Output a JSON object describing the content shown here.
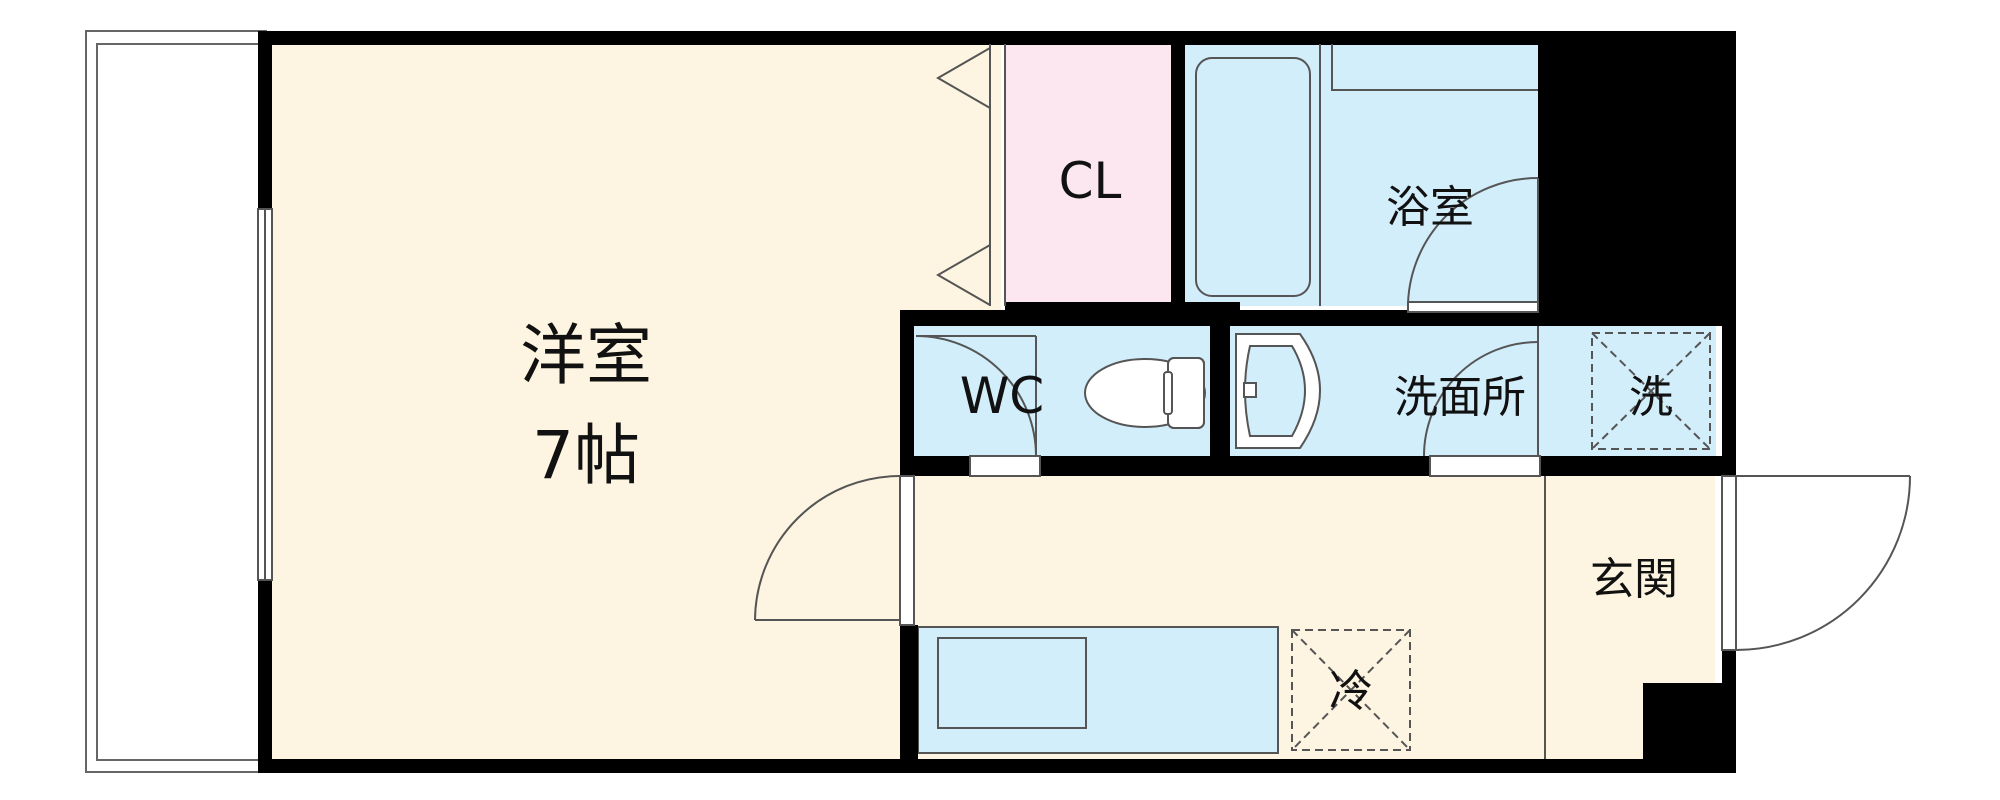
{
  "rooms": {
    "western_room": {
      "name": "洋室",
      "size": "7帖"
    },
    "closet": {
      "label": "CL"
    },
    "bathroom": {
      "label": "浴室"
    },
    "toilet": {
      "label": "WC"
    },
    "washroom": {
      "label": "洗面所"
    },
    "laundry_space": {
      "label": "洗"
    },
    "refrigerator_space": {
      "label": "冷"
    },
    "entrance": {
      "label": "玄関"
    }
  },
  "colors": {
    "wall": "#000000",
    "room_floor": "#fdf5e1",
    "wet_area": "#d2eefb",
    "closet": "#fce6ef",
    "line": "#555555",
    "balcony_line": "#666666"
  }
}
